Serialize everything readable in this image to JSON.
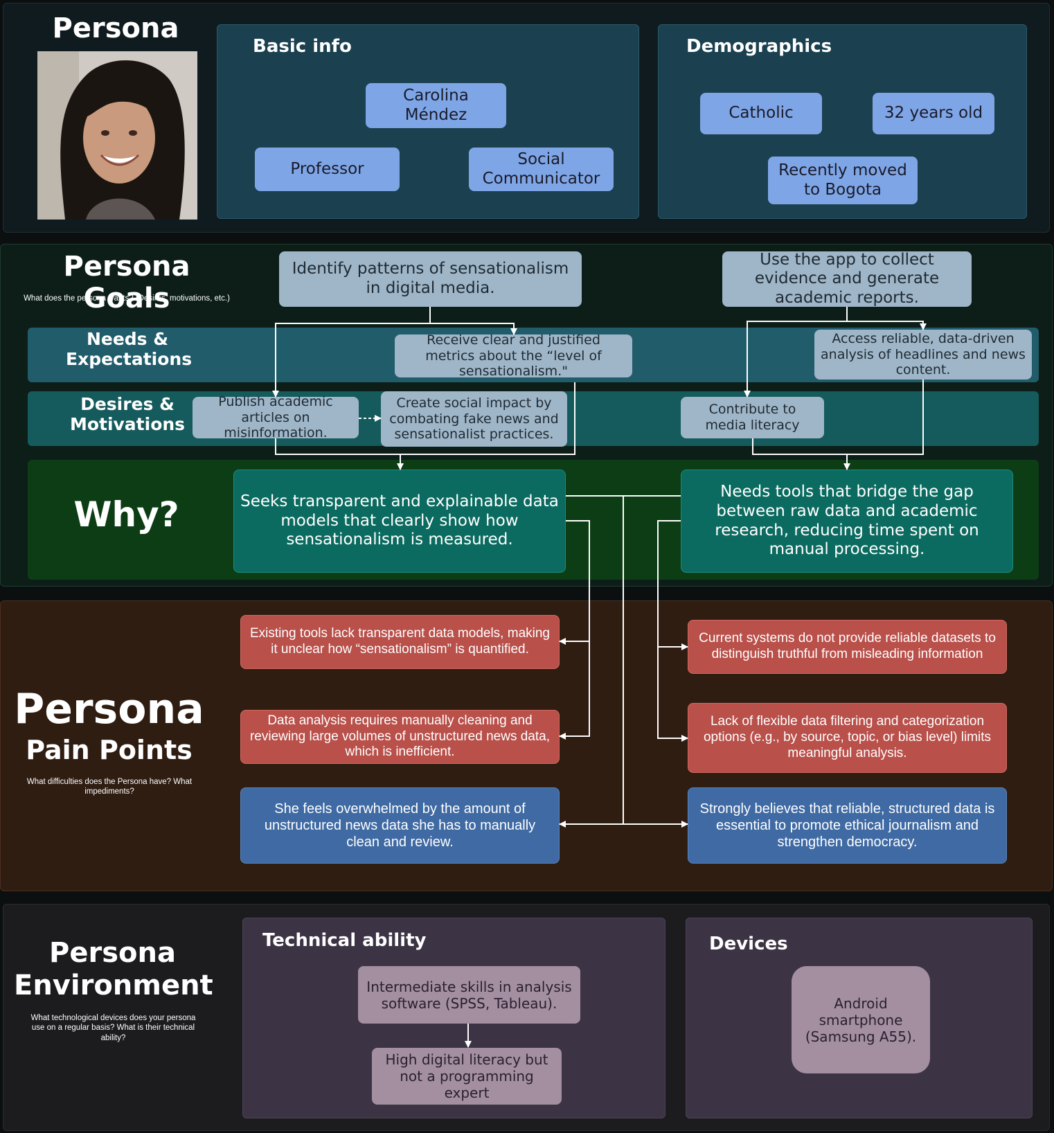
{
  "persona": {
    "title": "Persona",
    "basic_info": {
      "title": "Basic info",
      "name": "Carolina Méndez",
      "role1": "Professor",
      "role2": "Social Communicator"
    },
    "demographics": {
      "title": "Demographics",
      "religion": "Catholic",
      "age": "32 years old",
      "location": "Recently moved to Bogota"
    }
  },
  "goals": {
    "title": "Persona Goals",
    "subtitle": "What does the persona wants? (Desires,  motivations, etc.)",
    "goal1": "Identify patterns of sensationalism in digital media.",
    "goal2": "Use the app to collect evidence and generate academic reports.",
    "needs_label": "Needs & Expectations",
    "need1": "Receive clear and justified metrics about the “level of sensationalism.\"",
    "need2": "Access reliable, data-driven analysis of headlines and news content.",
    "desires_label": "Desires & Motivations",
    "desire1": "Publish academic articles on misinformation.",
    "desire2": "Create social impact by combating fake news and sensationalist practices.",
    "desire3": "Contribute to media literacy",
    "why_label": "Why?",
    "why1": "Seeks transparent and explainable data models that clearly show how sensationalism is measured.",
    "why2": "Needs tools that bridge the gap between raw data and academic research, reducing time spent on manual processing."
  },
  "pain_points": {
    "title1": "Persona",
    "title2": "Pain Points",
    "subtitle": "What difficulties does the Persona have? What impediments?",
    "pain1": "Existing tools lack transparent data models, making it unclear how “sensationalism” is quantified.",
    "pain2": "Data analysis requires manually cleaning and reviewing large volumes of unstructured news data, which is inefficient.",
    "pain3": "Current systems do not provide reliable datasets to distinguish truthful from misleading information",
    "pain4": "Lack of flexible data filtering and categorization options (e.g., by source, topic, or bias level) limits meaningful analysis.",
    "feeling": "She feels overwhelmed by the amount of unstructured news data she has to manually clean and review.",
    "belief": "Strongly believes that reliable, structured data is essential to promote ethical journalism and strengthen democracy."
  },
  "environment": {
    "title1": "Persona",
    "title2": "Environment",
    "subtitle": "What technological devices does your persona use on a regular basis? What is their technical ability?",
    "tech_title": "Technical ability",
    "tech1": "Intermediate skills in analysis software (SPSS, Tableau).",
    "tech2": "High digital literacy but not a programming expert",
    "devices_title": "Devices",
    "device1": "Android smartphone (Samsung A55)."
  },
  "colors": {
    "persona_section": "#0f1b1e",
    "info_panel": "#1b4050",
    "goals_section": "#0c1e17",
    "needs_band": "#215c6a",
    "desires_band": "#155a5c",
    "why_band": "#0d3d14",
    "pain_section": "#2f1d12",
    "env_section": "#1c1c1e",
    "env_panel": "#3c3444"
  }
}
